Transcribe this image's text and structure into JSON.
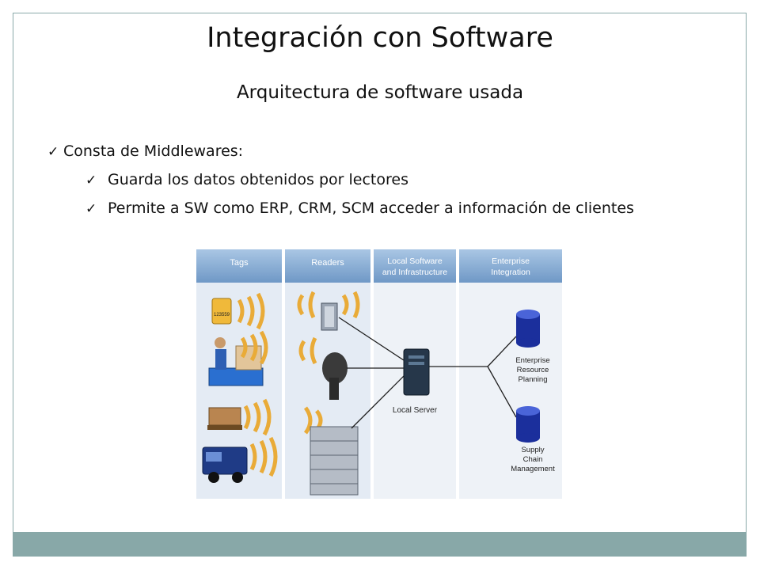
{
  "slide": {
    "title": "Integración con Software",
    "subtitle": "Arquitectura de software usada",
    "bullets": {
      "level1": "Consta de Middlewares:",
      "level2": [
        "Guarda los datos obtenidos por lectores",
        "Permite a SW como ERP, CRM, SCM acceder a información de clientes"
      ]
    }
  },
  "diagram": {
    "columns": [
      "Tags",
      "Readers",
      "Local Software",
      "and Infrastructure",
      "Enterprise",
      "Integration"
    ],
    "labels": {
      "tag_number": "123559",
      "local_server": "Local Server",
      "erp": [
        "Enterprise",
        "Resource",
        "Planning"
      ],
      "scm": [
        "Supply",
        "Chain",
        "Management"
      ]
    }
  },
  "colors": {
    "frame_border": "#8aa9a9",
    "footer_bar": "#88a8a8",
    "header_blue": "#7fa6cf",
    "column_bg": "#dfe7f1",
    "wave_yellow": "#f4c25a",
    "database_blue": "#1b2f9c"
  }
}
